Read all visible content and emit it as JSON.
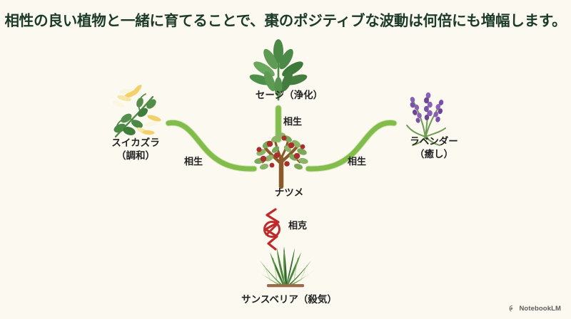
{
  "slide": {
    "background_color": "#fbf9f0",
    "title": "相性の良い植物と一緒に育てることで、棗のポジティブな波動は何倍にも増幅します。"
  },
  "nodes": [
    {
      "id": "suikazura",
      "name": "スイカズラ",
      "attribute": "（調和）",
      "icon": "honeysuckle-icon",
      "position": "left",
      "colors": {
        "flower": "#f2d16b",
        "flower_light": "#fbf6e0",
        "leaf": "#4e8b45"
      }
    },
    {
      "id": "sage",
      "name": "セージ",
      "attribute": "（浄化）",
      "label_inline": "セージ（浄化）",
      "icon": "sage-icon",
      "position": "top",
      "colors": {
        "leaf": "#5f9b55",
        "leaf_dark": "#3f7a3d"
      }
    },
    {
      "id": "lavender",
      "name": "ラベンダー",
      "attribute": "（癒し）",
      "icon": "lavender-icon",
      "position": "right",
      "colors": {
        "flower": "#8a5fb5",
        "flower_dark": "#6d4597",
        "stem": "#6f9c52"
      }
    },
    {
      "id": "natsume",
      "name": "ナツメ",
      "attribute": "",
      "icon": "jujube-tree-icon",
      "position": "center",
      "colors": {
        "trunk": "#8b5a2b",
        "leaf": "#8cb467",
        "fruit": "#a82f2a"
      }
    },
    {
      "id": "sansevieria",
      "name": "サンスベリア",
      "attribute": "（殺気）",
      "label_inline": "サンスベリア（殺気）",
      "icon": "snake-plant-icon",
      "position": "bottom",
      "colors": {
        "leaf": "#3d7a33",
        "leaf_light": "#72ad4e",
        "pot": "#9c6b4a"
      }
    }
  ],
  "edges": [
    {
      "id": "edge-left",
      "from": "suikazura",
      "to": "natsume",
      "label": "相生",
      "relation": "harmony",
      "style": "green-curve",
      "color": "#8cc152"
    },
    {
      "id": "edge-top",
      "from": "sage",
      "to": "natsume",
      "label": "相生",
      "relation": "harmony",
      "style": "green-bar",
      "color": "#8cc152"
    },
    {
      "id": "edge-right",
      "from": "lavender",
      "to": "natsume",
      "label": "相生",
      "relation": "harmony",
      "style": "green-curve",
      "color": "#8cc152"
    },
    {
      "id": "edge-bottom",
      "from": "sansevieria",
      "to": "natsume",
      "label": "相克",
      "relation": "conflict",
      "style": "red-zigzag-blocked",
      "color": "#c02a2a",
      "icon": "no-entry-icon"
    }
  ],
  "watermark": {
    "text": "NotebookLM",
    "icon": "notebooklm-logo-icon"
  }
}
